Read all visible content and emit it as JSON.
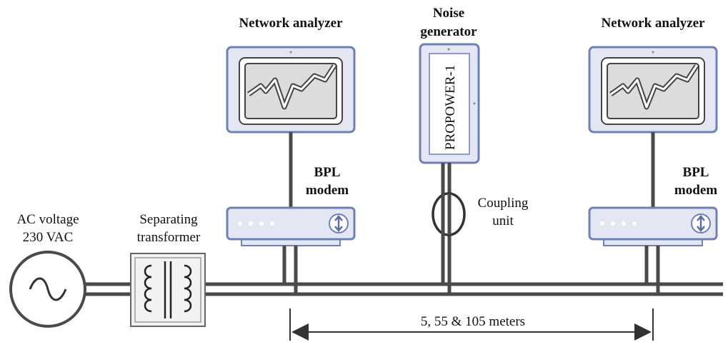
{
  "ac_source": {
    "line1": "AC voltage",
    "line2": "230 VAC"
  },
  "transformer": {
    "line1": "Separating",
    "line2": "transformer"
  },
  "analyzer_left": {
    "title": "Network analyzer"
  },
  "analyzer_right": {
    "title": "Network analyzer"
  },
  "noise_generator": {
    "line1": "Noise",
    "line2": "generator",
    "device_label": "PROPOWER-1"
  },
  "modem_left": {
    "line1": "BPL",
    "line2": "modem"
  },
  "modem_right": {
    "line1": "BPL",
    "line2": "modem"
  },
  "coupling_unit": {
    "line1": "Coupling",
    "line2": "unit"
  },
  "distance": {
    "label": "5, 55 & 105 meters"
  },
  "colors": {
    "device_border": "#6d82b3",
    "device_fill": "#e4e7f3",
    "wire": "#4a4a4a",
    "screen_fill": "#dcdcdc"
  }
}
